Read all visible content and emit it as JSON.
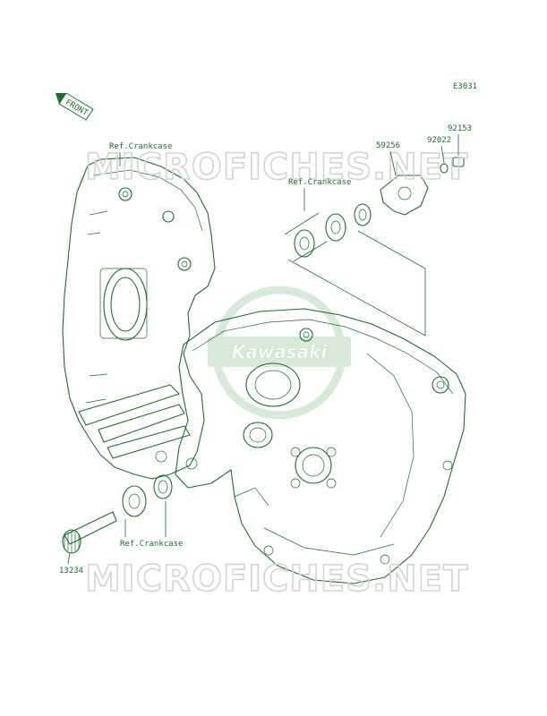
{
  "diagram_code": "E3031",
  "front_marker": "FRONT",
  "logo_text": "Kawasaki",
  "watermark": "MICROFICHES.NET",
  "refs": {
    "crankcase_top_left": "Ref.Crankcase",
    "crankcase_mid": "Ref.Crankcase",
    "crankcase_bottom": "Ref.Crankcase"
  },
  "parts": {
    "p92153": "92153",
    "p92022": "92022",
    "p59256": "59256",
    "p13234": "13234"
  },
  "colors": {
    "line": "#1f6b2e",
    "watermark": "#cfd6cf",
    "logo": "#d7e9d9"
  }
}
